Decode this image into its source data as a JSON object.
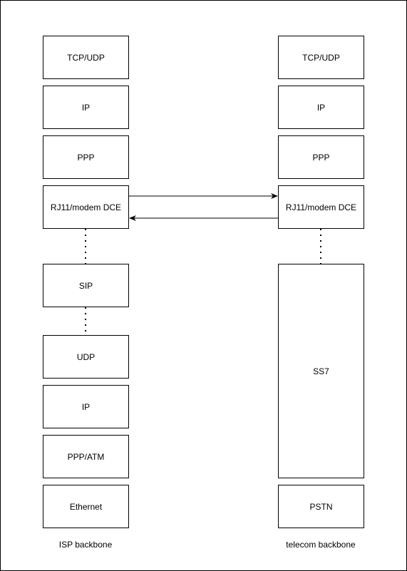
{
  "isp_stack": {
    "layers": [
      "TCP/UDP",
      "IP",
      "PPP",
      "RJ11/modem DCE",
      "SIP",
      "UDP",
      "IP",
      "PPP/ATM",
      "Ethernet"
    ],
    "caption": "ISP backbone"
  },
  "telecom_stack": {
    "layers": [
      "TCP/UDP",
      "IP",
      "PPP",
      "RJ11/modem DCE",
      "SS7",
      "PSTN"
    ],
    "caption": "telecom backbone"
  }
}
